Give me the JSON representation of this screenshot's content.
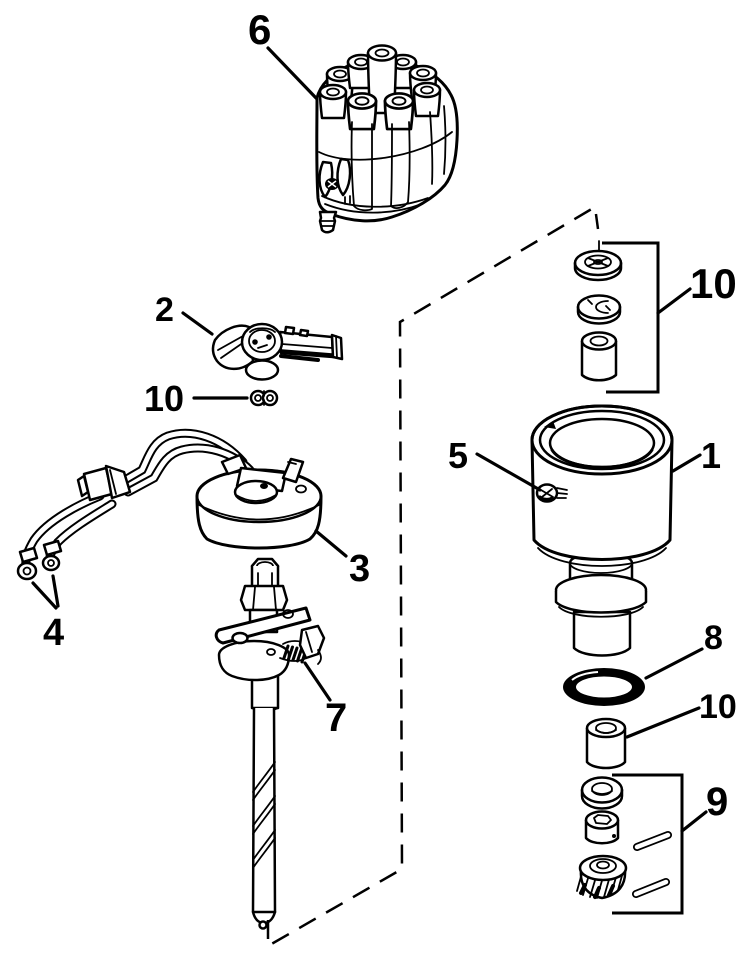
{
  "figure": {
    "type": "exploded-parts-diagram",
    "subject": "distributor assembly",
    "colors": {
      "ink": "#000000",
      "paper": "#ffffff"
    }
  },
  "callouts": {
    "cap": "6",
    "rotor": "2",
    "rotor_clip": "10",
    "trigger": "3",
    "leads": "4",
    "screw": "5",
    "housing": "1",
    "upper_kit": "10",
    "oring": "8",
    "shaft": "7",
    "lower_bushing": "10",
    "gear_kit": "9"
  }
}
